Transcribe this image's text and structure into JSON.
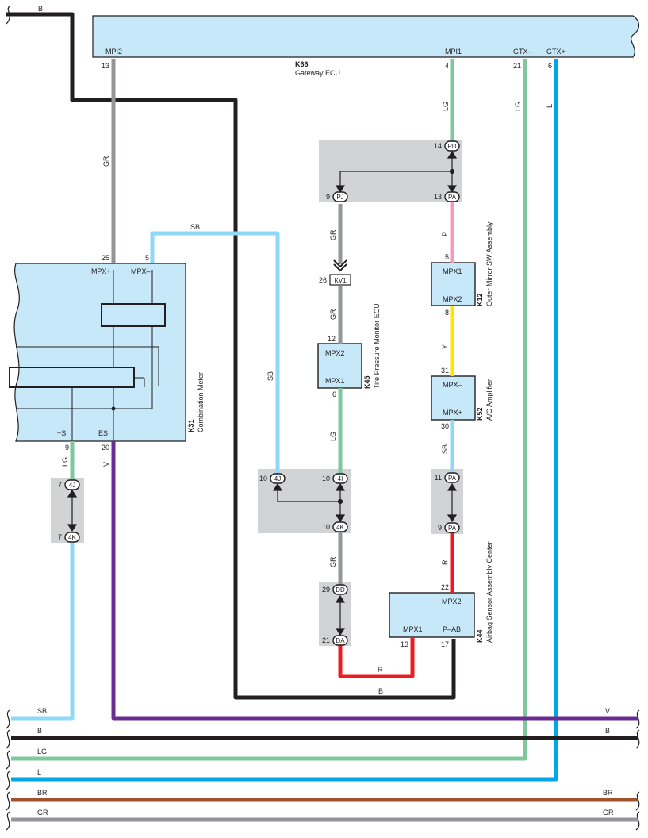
{
  "wire_colors": {
    "B": "#231f20",
    "GR": "#939598",
    "LG": "#7ec89b",
    "L": "#00a6e6",
    "SB": "#8ed8f8",
    "P": "#f49ac1",
    "Y": "#ffe600",
    "R": "#ed1c24",
    "V": "#6b2c91",
    "BR": "#a0522d"
  },
  "panel_fill": "#c7e8f8",
  "junction_fill": "#d1d3d4",
  "ecu": {
    "code": "K66",
    "name": "Gateway ECU",
    "pins": [
      {
        "label": "MPI2",
        "num": "13"
      },
      {
        "label": "MPI1",
        "num": "4"
      },
      {
        "label": "GTX–",
        "num": "21"
      },
      {
        "label": "GTX+",
        "num": "6"
      }
    ]
  },
  "meter": {
    "code": "K31",
    "name": "Combination Meter",
    "pins": [
      {
        "label": "MPX+",
        "num": "25"
      },
      {
        "label": "MPX–",
        "num": "5"
      },
      {
        "label": "+S",
        "num": "9"
      },
      {
        "label": "ES",
        "num": "20"
      }
    ]
  },
  "tpms": {
    "code": "K45",
    "name": "Tire Pressure Monitor ECU",
    "pins": [
      {
        "label": "MPX2",
        "num": "12"
      },
      {
        "label": "MPX1",
        "num": "6"
      }
    ]
  },
  "mirror": {
    "code": "K12",
    "name": "Outer Mirror SW Assembly",
    "pins": [
      {
        "label": "MPX1",
        "num": "5"
      },
      {
        "label": "MPX2",
        "num": "8"
      }
    ]
  },
  "ac": {
    "code": "K52",
    "name": "A/C Amplifier",
    "pins": [
      {
        "label": "MPX–",
        "num": "31"
      },
      {
        "label": "MPX+",
        "num": "30"
      }
    ]
  },
  "airbag": {
    "code": "K44",
    "name": "Airbag Sensor Assembly Center",
    "pins": [
      {
        "label": "MPX2",
        "num": "22"
      },
      {
        "label": "MPX1",
        "num": "13"
      },
      {
        "label": "P–AB",
        "num": "17"
      }
    ]
  },
  "connectors": {
    "pd": {
      "num": "14",
      "id": "PD"
    },
    "pj": {
      "num": "9",
      "id": "PJ"
    },
    "pa_top": {
      "num": "13",
      "id": "PA"
    },
    "kv1": {
      "num": "26",
      "id": "KV1"
    },
    "j4j_left": {
      "num": "7",
      "id": "4J"
    },
    "j4k_left": {
      "num": "7",
      "id": "4K"
    },
    "j4j_mid": {
      "num": "10",
      "id": "4J"
    },
    "j4i": {
      "num": "10",
      "id": "4I"
    },
    "j4k_mid": {
      "num": "10",
      "id": "4K"
    },
    "pa11": {
      "num": "11",
      "id": "PA"
    },
    "pa9": {
      "num": "9",
      "id": "PA"
    },
    "dd": {
      "num": "29",
      "id": "DD"
    },
    "da": {
      "num": "21",
      "id": "DA"
    }
  },
  "wire_labels": {
    "top_b": "B",
    "gr_ecu": "GR",
    "lg_ecu": "LG",
    "lg_gtx": "LG",
    "l_gtx": "L",
    "gr_pj": "GR",
    "p_mirror": "P",
    "sb_top": "SB",
    "sb_vert": "SB",
    "gr_kv1": "GR",
    "y_ac": "Y",
    "lg_tpms": "LG",
    "sb_ac": "SB",
    "lg_meter": "LG",
    "v_meter": "V",
    "gr_4k": "GR",
    "r_airbag": "R",
    "r_bottom": "R",
    "b_bottom": "B"
  },
  "bus": [
    {
      "left": "SB",
      "right": "",
      "color": "SB"
    },
    {
      "left": "",
      "right": "V",
      "color": "V"
    },
    {
      "left": "B",
      "right": "B",
      "color": "B"
    },
    {
      "left": "LG",
      "right": "",
      "color": "LG"
    },
    {
      "left": "L",
      "right": "",
      "color": "L"
    },
    {
      "left": "BR",
      "right": "BR",
      "color": "BR"
    },
    {
      "left": "GR",
      "right": "GR",
      "color": "GR"
    }
  ]
}
